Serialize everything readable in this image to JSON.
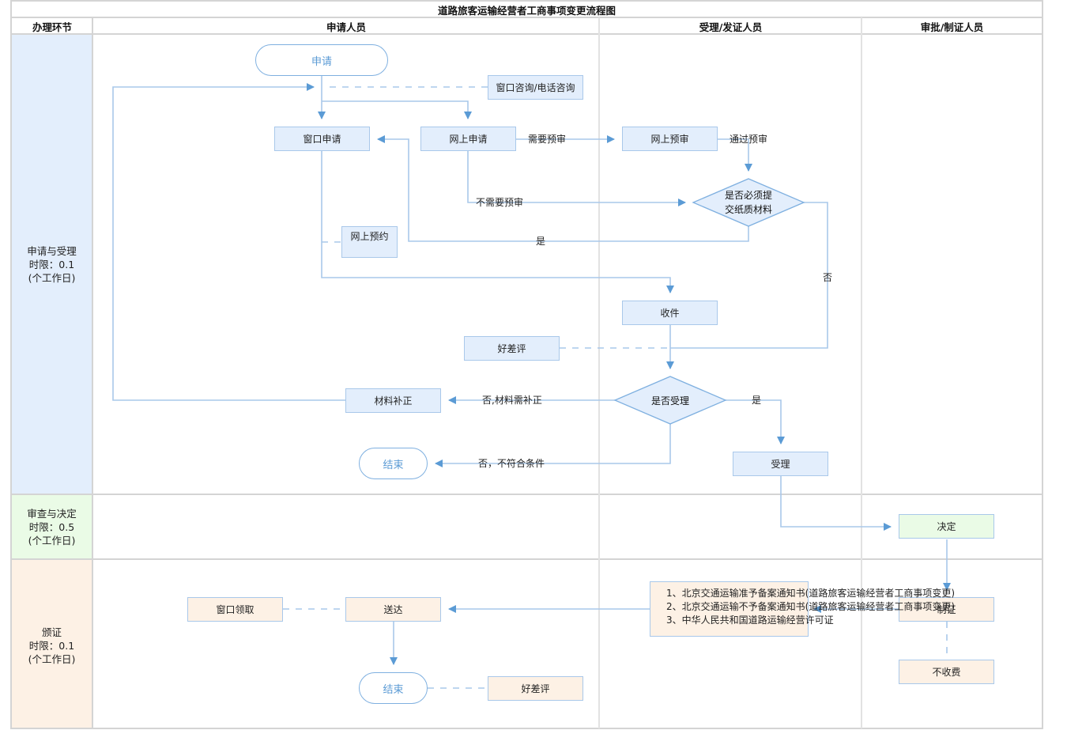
{
  "title": "道路旅客运输经营者工商事项变更流程图",
  "columns": {
    "stage": "办理环节",
    "applicant": "申请人员",
    "acceptor": "受理/发证人员",
    "approver": "审批/制证人员"
  },
  "phases": [
    {
      "name": "申请与受理",
      "limit": "时限：0.1",
      "unit": "(个工作日)",
      "color": "#e3eefc"
    },
    {
      "name": "审查与决定",
      "limit": "时限：0.5",
      "unit": "(个工作日)",
      "color": "#eafbe6"
    },
    {
      "name": "颁证",
      "limit": "时限：0.1",
      "unit": "(个工作日)",
      "color": "#fdf1e5"
    }
  ],
  "nodes": {
    "start": "申请",
    "consult": "窗口咨询/电话咨询",
    "window_apply": "窗口申请",
    "online_apply": "网上申请",
    "online_precheck": "网上预审",
    "paper_decision": [
      "是否必须提",
      "交纸质材料"
    ],
    "online_booking": "网上预约",
    "receive": "收件",
    "rating_1": "好差评",
    "accept_decision": "是否受理",
    "supplement": "材料补正",
    "end_1": "结束",
    "accept": "受理",
    "decide": "决定",
    "make_cert": "制证",
    "no_fee": "不收费",
    "deliver": "送达",
    "window_pickup": "窗口领取",
    "end_2": "结束",
    "rating_2": "好差评",
    "documents": [
      "1、北京交通运输准予备案通知书(道路旅客运输经营者工商事项变更)",
      "2、北京交通运输不予备案通知书(道路旅客运输经营者工商事项变更)",
      "3、中华人民共和国道路运输经营许可证"
    ]
  },
  "edge_labels": {
    "need_precheck": "需要预审",
    "pass_precheck": "通过预审",
    "no_precheck": "不需要预审",
    "yes_paper": "是",
    "no_paper": "否",
    "need_supplement": "否,材料需补正",
    "not_qualified": "否，不符合条件",
    "yes_accept": "是"
  },
  "colors": {
    "line": "#5b9bd5",
    "line_light": "#a9c8ea",
    "grid": "#d4d4d4"
  }
}
